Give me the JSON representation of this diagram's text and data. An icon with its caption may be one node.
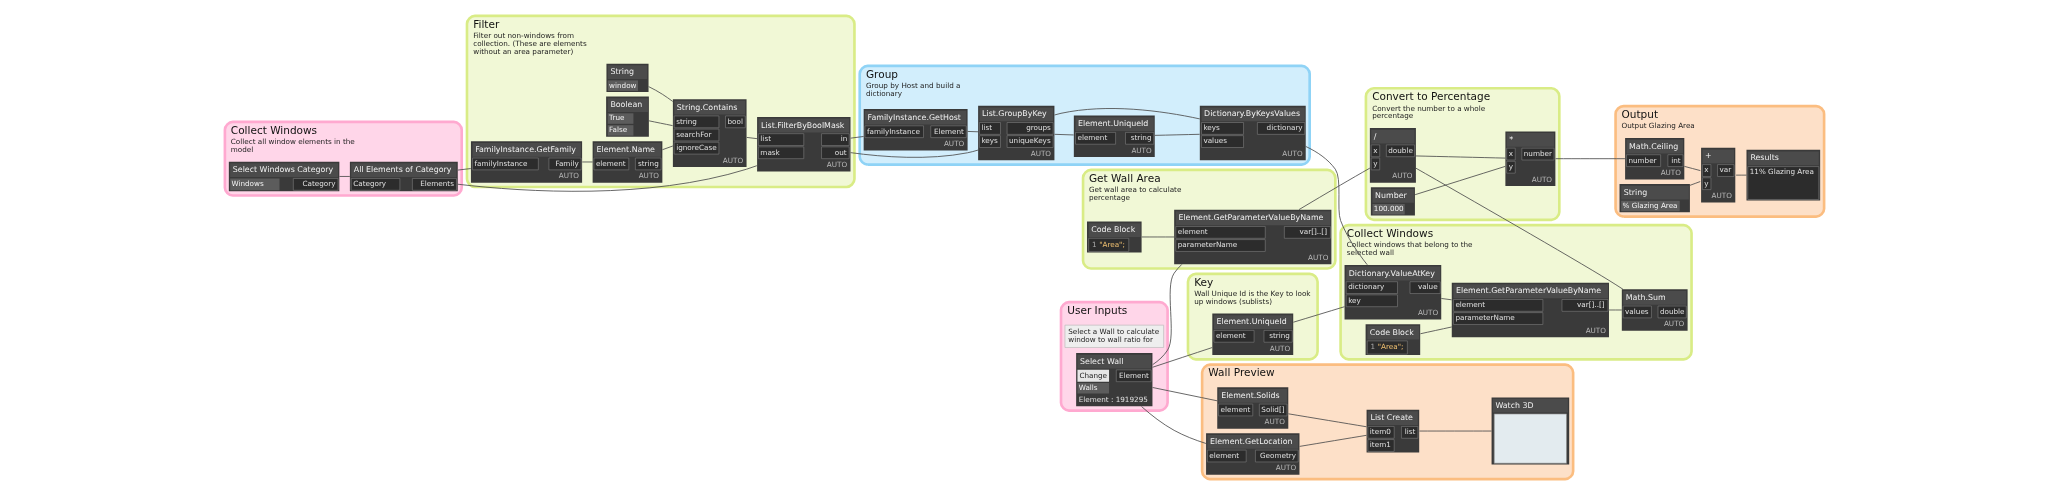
{
  "diagram": {
    "nodes": [
      {
        "text": [
          "Collect Windows",
          "Collect all window elements in the model"
        ]
      },
      {
        "text": [
          "Select Windows Category",
          "Windows",
          "Category"
        ],
        "in": 0
      },
      {
        "text": [
          "All Elements of Category",
          "Category",
          "Elements"
        ],
        "in": 0
      },
      {
        "text": [
          "Filter",
          "Filter out non-windows from collection. (These are elements without an area parameter)"
        ]
      },
      {
        "text": [
          "FamilyInstance.GetFamily",
          "familyInstance",
          "Family",
          "AUTO"
        ],
        "in": 3
      },
      {
        "text": [
          "Element.Name",
          "element",
          "string",
          "AUTO"
        ],
        "in": 3
      },
      {
        "text": [
          "String",
          "window"
        ],
        "in": 3
      },
      {
        "text": [
          "Boolean",
          "True",
          "False"
        ],
        "in": 3
      },
      {
        "text": [
          "String.Contains",
          "string",
          "searchFor",
          "ignoreCase",
          "bool",
          "AUTO"
        ],
        "in": 3
      },
      {
        "text": [
          "List.FilterByBoolMask",
          "list",
          "mask",
          "in",
          "out",
          "AUTO"
        ],
        "in": 3
      },
      {
        "text": [
          "Group",
          "Group by Host and build a dictionary"
        ]
      },
      {
        "text": [
          "FamilyInstance.GetHost",
          "familyInstance",
          "Element",
          "AUTO"
        ],
        "in": 10
      },
      {
        "text": [
          "List.GroupByKey",
          "list",
          "keys",
          "groups",
          "uniqueKeys",
          "AUTO"
        ],
        "in": 10
      },
      {
        "text": [
          "Element.UniqueId",
          "element",
          "string",
          "AUTO"
        ],
        "in": 10
      },
      {
        "text": [
          "Dictionary.ByKeysValues",
          "keys",
          "values",
          "dictionary",
          "AUTO"
        ],
        "in": 10
      },
      {
        "text": [
          "Key",
          "Wall Unique Id is the Key to look up windows (sublists)"
        ]
      },
      {
        "text": [
          "Element.UniqueId",
          "element",
          "string",
          "AUTO"
        ],
        "in": 15
      },
      {
        "text": [
          "Collect Windows",
          "Collect windows that belong to the selected wall"
        ]
      },
      {
        "text": [
          "Dictionary.ValueAtKey",
          "dictionary",
          "key",
          "value",
          "AUTO"
        ],
        "in": 17
      },
      {
        "text": [
          "Code Block",
          "1",
          "\"Area\";"
        ],
        "in": 17
      },
      {
        "text": [
          "Element.GetParameterValueByName",
          "element",
          "parameterName",
          "var[]..[]",
          "AUTO"
        ],
        "in": 17
      },
      {
        "text": [
          "Math.Sum",
          "values",
          "double",
          "AUTO"
        ],
        "in": 17
      },
      {
        "text": [
          "User Inputs"
        ]
      },
      {
        "text": [
          "Select a Wall to calculate window to wall ratio for"
        ],
        "in": 22
      },
      {
        "text": [
          "Select Wall",
          "Change",
          "Walls",
          "Element",
          "Element : 1919295"
        ],
        "in": 22
      },
      {
        "text": [
          "Get Wall Area",
          "Get wall area to calculate percentage"
        ]
      },
      {
        "text": [
          "Code Block",
          "1",
          "\"Area\";"
        ],
        "in": 25
      },
      {
        "text": [
          "Element.GetParameterValueByName",
          "element",
          "parameterName",
          "var[]..[]",
          "AUTO"
        ],
        "in": 25
      },
      {
        "text": [
          "Wall Preview"
        ]
      },
      {
        "text": [
          "Element.Solids",
          "element",
          "Solid[]",
          "AUTO"
        ],
        "in": 28
      },
      {
        "text": [
          "Element.GetLocation",
          "element",
          "Geometry",
          "AUTO"
        ],
        "in": 28
      },
      {
        "text": [
          "List Create",
          "item0",
          "item1",
          "list"
        ],
        "in": 28
      },
      {
        "text": [
          "Watch 3D"
        ],
        "in": 28
      },
      {
        "text": [
          "Convert to Percentage",
          "Convert the number to a whole percentage"
        ]
      },
      {
        "text": [
          "/",
          "x",
          "y",
          "double",
          "AUTO"
        ],
        "in": 33
      },
      {
        "text": [
          "Number",
          "100.000"
        ],
        "in": 33
      },
      {
        "text": [
          "*",
          "x",
          "y",
          "number",
          "AUTO"
        ],
        "in": 33
      },
      {
        "text": [
          "Output",
          "Output Glazing Area"
        ]
      },
      {
        "text": [
          "Math.Ceiling",
          "number",
          "int",
          "AUTO"
        ],
        "in": 37
      },
      {
        "text": [
          "String",
          "% Glazing Area"
        ],
        "in": 37
      },
      {
        "text": [
          "+",
          "x",
          "y",
          "var",
          "AUTO"
        ],
        "in": 37
      },
      {
        "text": [
          "Results",
          "11% Glazing Area"
        ],
        "in": 37
      }
    ],
    "edges": [
      {
        "from": 1,
        "to": 2,
        "arrow": "none"
      },
      {
        "from": 2,
        "to": 9,
        "arrow": "none"
      },
      {
        "from": 2,
        "to": 4,
        "arrow": "none"
      },
      {
        "from": 4,
        "to": 5,
        "arrow": "none"
      },
      {
        "from": 5,
        "to": 8,
        "arrow": "none"
      },
      {
        "from": 6,
        "to": 8,
        "arrow": "none"
      },
      {
        "from": 7,
        "to": 8,
        "arrow": "none"
      },
      {
        "from": 8,
        "to": 9,
        "arrow": "none"
      },
      {
        "from": 9,
        "to": 12,
        "arrow": "none"
      },
      {
        "from": 9,
        "to": 11,
        "arrow": "none"
      },
      {
        "from": 11,
        "to": 12,
        "arrow": "none"
      },
      {
        "from": 12,
        "to": 13,
        "arrow": "none"
      },
      {
        "from": 12,
        "to": 14,
        "arrow": "none"
      },
      {
        "from": 13,
        "to": 14,
        "arrow": "none"
      },
      {
        "from": 14,
        "to": 18,
        "arrow": "none"
      },
      {
        "from": 16,
        "to": 18,
        "arrow": "none"
      },
      {
        "from": 24,
        "to": 16,
        "arrow": "none"
      },
      {
        "from": 18,
        "to": 20,
        "arrow": "none"
      },
      {
        "from": 19,
        "to": 20,
        "arrow": "none"
      },
      {
        "from": 20,
        "to": 21,
        "arrow": "none"
      },
      {
        "from": 21,
        "to": 34,
        "arrow": "none"
      },
      {
        "from": 24,
        "to": 27,
        "arrow": "none"
      },
      {
        "from": 26,
        "to": 27,
        "arrow": "none"
      },
      {
        "from": 27,
        "to": 34,
        "arrow": "none"
      },
      {
        "from": 34,
        "to": 36,
        "arrow": "none"
      },
      {
        "from": 35,
        "to": 36,
        "arrow": "none"
      },
      {
        "from": 36,
        "to": 38,
        "arrow": "none"
      },
      {
        "from": 38,
        "to": 40,
        "arrow": "none"
      },
      {
        "from": 39,
        "to": 40,
        "arrow": "none"
      },
      {
        "from": 40,
        "to": 41,
        "arrow": "none"
      },
      {
        "from": 24,
        "to": 29,
        "arrow": "none"
      },
      {
        "from": 24,
        "to": 30,
        "arrow": "none"
      },
      {
        "from": 29,
        "to": 31,
        "arrow": "none"
      },
      {
        "from": 30,
        "to": 31,
        "arrow": "none"
      },
      {
        "from": 31,
        "to": 32,
        "arrow": "none"
      }
    ]
  }
}
